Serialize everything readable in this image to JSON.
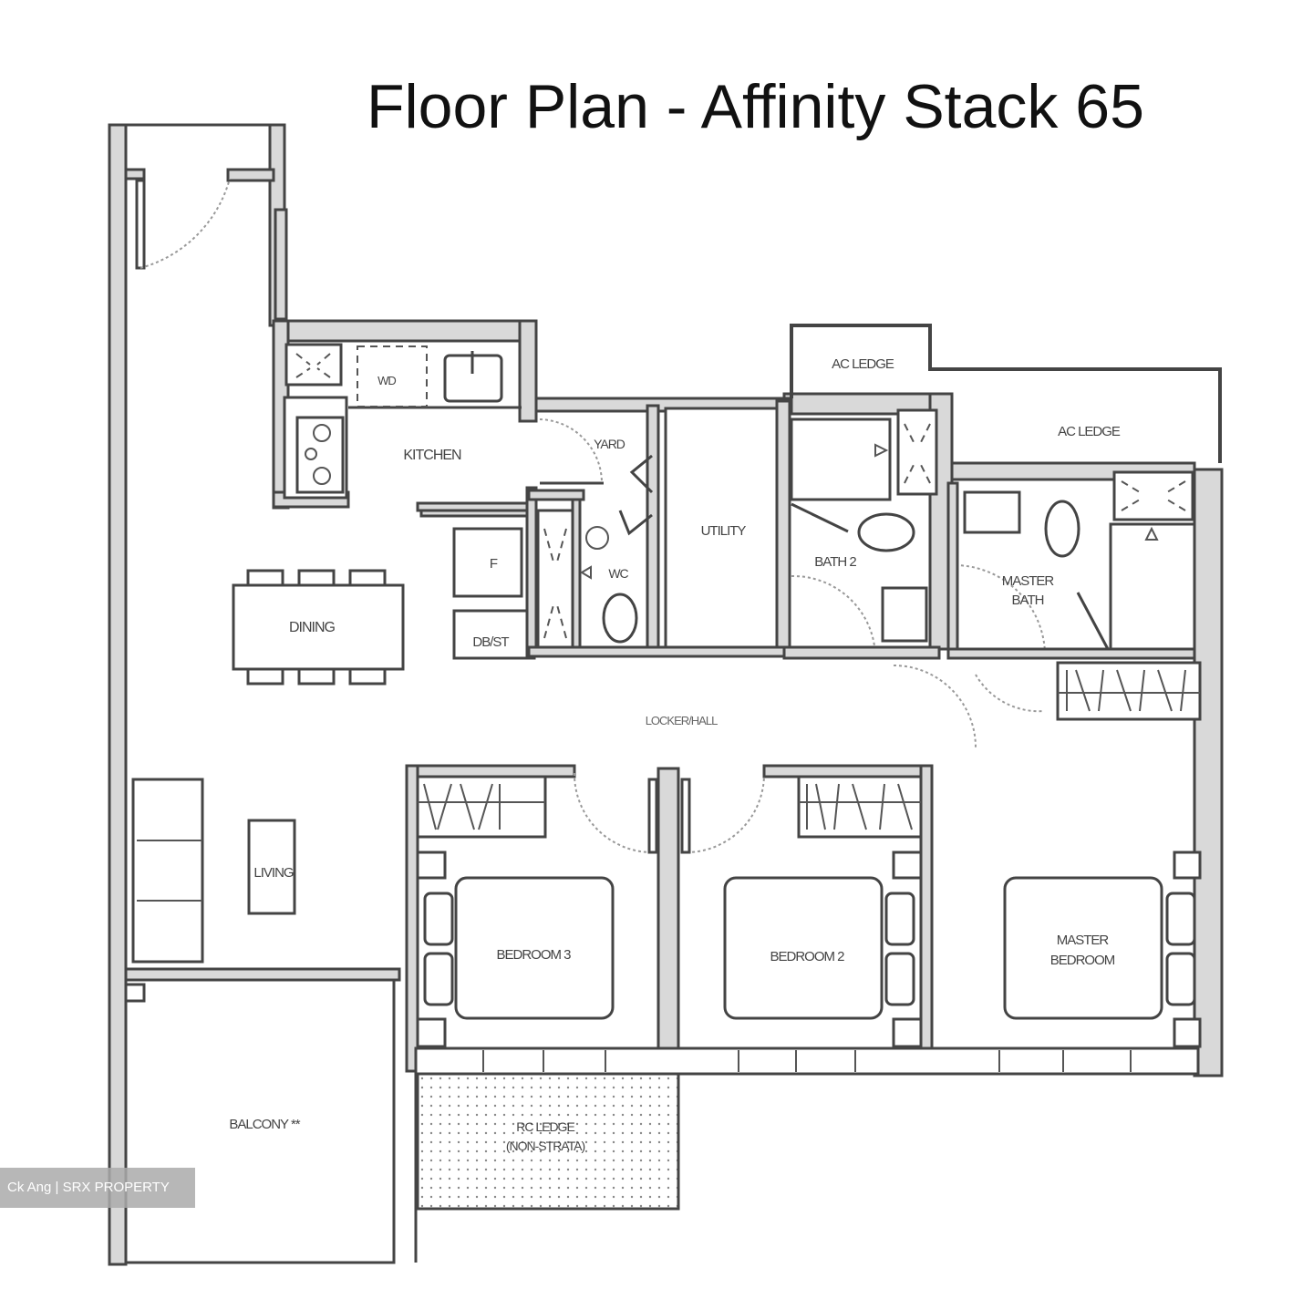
{
  "header": {
    "title": "Floor Plan - Affinity Stack 65"
  },
  "rooms": {
    "kitchen": "KITCHEN",
    "wd": "WD",
    "yard": "YARD",
    "utility": "UTILITY",
    "bath2": "BATH 2",
    "master_bath_l1": "MASTER",
    "master_bath_l2": "BATH",
    "ac_ledge_1": "AC LEDGE",
    "ac_ledge_2": "AC LEDGE",
    "dining": "DINING",
    "fridge": "F",
    "dbst": "DB/ST",
    "wc": "WC",
    "corridor": "LOCKER/HALL",
    "living": "LIVING",
    "bedroom3": "BEDROOM 3",
    "bedroom2": "BEDROOM 2",
    "master_bedroom_l1": "MASTER",
    "master_bedroom_l2": "BEDROOM",
    "balcony": "BALCONY **",
    "rc_ledge_l1": "RC LEDGE",
    "rc_ledge_l2": "(NON-STRATA)"
  },
  "watermark": "Ck Ang | SRX PROPERTY",
  "colors": {
    "wall_fill": "#d9d9d9",
    "line": "#444444",
    "watermark_bg": "#aaaaaa"
  }
}
